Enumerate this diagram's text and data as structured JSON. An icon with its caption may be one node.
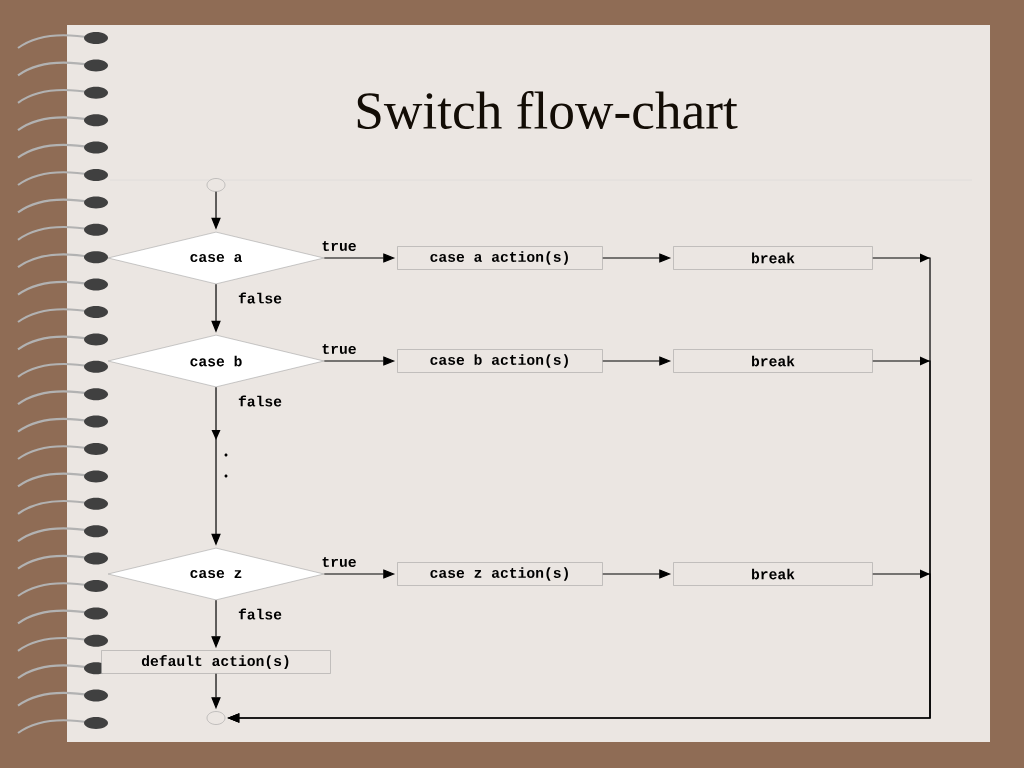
{
  "diagram": {
    "title": "Switch flow-chart",
    "nodes": [
      {
        "text": [],
        "shape": "circle"
      },
      {
        "text": [
          "case a"
        ]
      },
      {
        "text": [
          "case a action(s)"
        ]
      },
      {
        "text": [
          "break"
        ]
      },
      {
        "text": [
          "case b"
        ]
      },
      {
        "text": [
          "case b action(s)"
        ]
      },
      {
        "text": [
          "break"
        ]
      },
      {
        "text": [
          "case z"
        ]
      },
      {
        "text": [
          "case z action(s)"
        ]
      },
      {
        "text": [
          "break"
        ]
      },
      {
        "text": [
          "default action(s)"
        ]
      },
      {
        "text": [],
        "shape": "circle"
      }
    ],
    "edges": [
      {
        "from": 0,
        "to": 1,
        "arrow": "to"
      },
      {
        "from": 1,
        "to": 2,
        "arrow": "to",
        "label": "true"
      },
      {
        "from": 2,
        "to": 3,
        "arrow": "to"
      },
      {
        "from": 1,
        "to": 4,
        "arrow": "to",
        "label": "false"
      },
      {
        "from": 4,
        "to": 5,
        "arrow": "to",
        "label": "true"
      },
      {
        "from": 5,
        "to": 6,
        "arrow": "to"
      },
      {
        "from": 4,
        "to": 7,
        "arrow": "to",
        "label": "false"
      },
      {
        "from": 7,
        "to": 8,
        "arrow": "to",
        "label": "true"
      },
      {
        "from": 8,
        "to": 9,
        "arrow": "to"
      },
      {
        "from": 7,
        "to": 10,
        "arrow": "to",
        "label": "false"
      },
      {
        "from": 10,
        "to": 11,
        "arrow": "to"
      },
      {
        "from": 3,
        "to": 11,
        "arrow": "to"
      },
      {
        "from": 6,
        "to": 11,
        "arrow": "to"
      },
      {
        "from": 9,
        "to": 11,
        "arrow": "to"
      }
    ]
  }
}
